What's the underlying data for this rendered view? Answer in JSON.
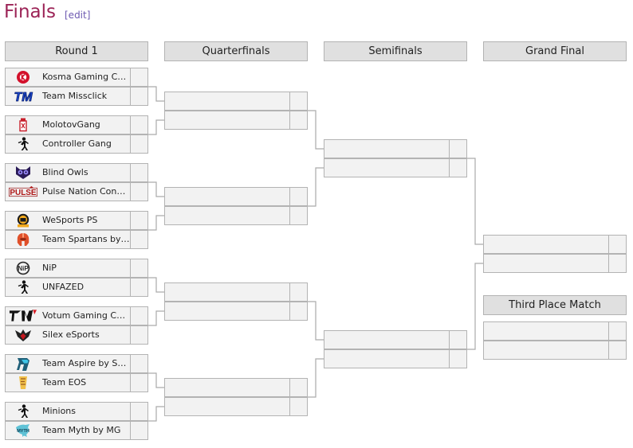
{
  "page": {
    "title": "Finals",
    "edit_label": "[edit]"
  },
  "rounds": [
    {
      "label": "Round 1"
    },
    {
      "label": "Quarterfinals"
    },
    {
      "label": "Semifinals"
    },
    {
      "label": "Grand Final"
    }
  ],
  "third_place": {
    "label": "Third Place Match"
  },
  "round1": [
    {
      "team1": {
        "name": "Kosma Gaming Con...",
        "logo": "kosma-logo-icon"
      },
      "team2": {
        "name": "Team Missclick",
        "logo": "team-missclick-logo-icon"
      }
    },
    {
      "team1": {
        "name": "MolotovGang",
        "logo": "molotovgang-logo-icon"
      },
      "team2": {
        "name": "Controller Gang",
        "logo": "placeholder-player-icon"
      }
    },
    {
      "team1": {
        "name": "Blind Owls",
        "logo": "blind-owls-logo-icon"
      },
      "team2": {
        "name": "Pulse Nation Console",
        "logo": "pulse-nation-logo-icon"
      }
    },
    {
      "team1": {
        "name": "WeSports PS",
        "logo": "wesports-logo-icon"
      },
      "team2": {
        "name": "Team Spartans by ...",
        "logo": "team-spartans-logo-icon"
      }
    },
    {
      "team1": {
        "name": "NiP",
        "logo": "nip-logo-icon"
      },
      "team2": {
        "name": "UNFAZED",
        "logo": "placeholder-player-icon"
      }
    },
    {
      "team1": {
        "name": "Votum Gaming Con...",
        "logo": "votum-logo-icon"
      },
      "team2": {
        "name": "Silex eSports",
        "logo": "silex-logo-icon"
      }
    },
    {
      "team1": {
        "name": "Team Aspire by SFD...",
        "logo": "team-aspire-logo-icon"
      },
      "team2": {
        "name": "Team EOS",
        "logo": "team-eos-logo-icon"
      }
    },
    {
      "team1": {
        "name": "Minions",
        "logo": "placeholder-player-icon"
      },
      "team2": {
        "name": "Team Myth by MG",
        "logo": "team-myth-logo-icon"
      }
    }
  ],
  "colors": {
    "title": "#9c2457",
    "edit_link": "#6d59b1",
    "slot_bg": "#f2f2f2",
    "header_bg": "#e0e0e0",
    "border": "#b3b3b3",
    "connector": "#aaaaaa"
  }
}
